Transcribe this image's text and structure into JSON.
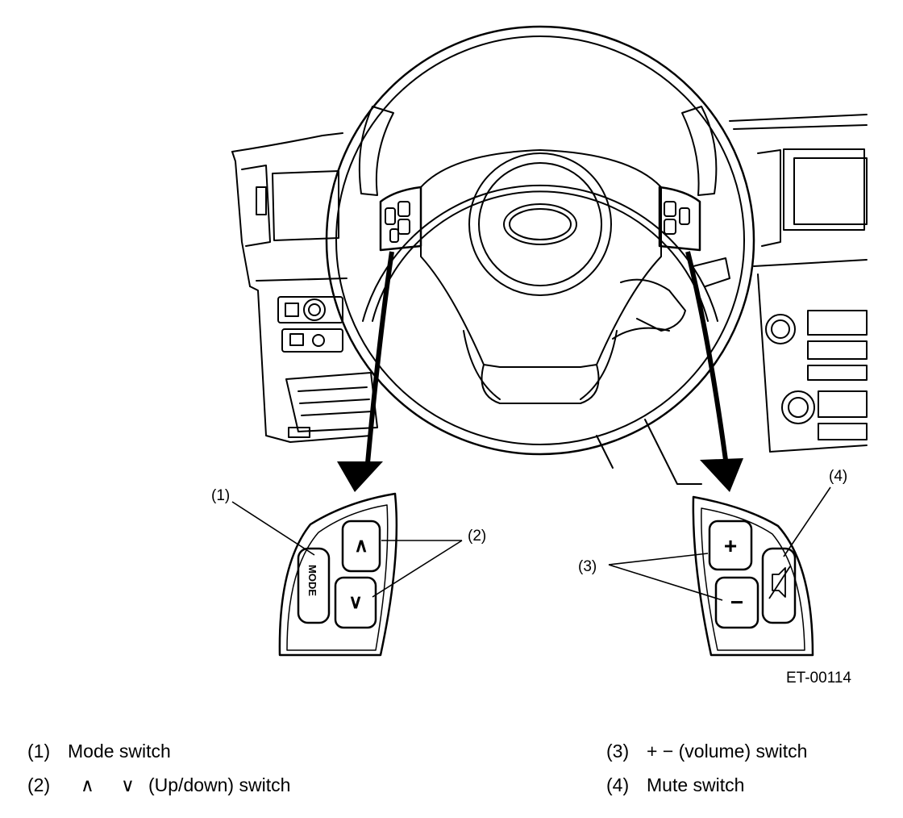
{
  "figure": {
    "code": "ET-00114",
    "callouts": {
      "c1": "(1)",
      "c2": "(2)",
      "c3": "(3)",
      "c4": "(4)"
    },
    "buttons": {
      "mode": "MODE",
      "up": "∧",
      "down": "∨",
      "plus": "+",
      "minus": "−"
    }
  },
  "legend": {
    "items": [
      {
        "num": "(1)",
        "text": "Mode switch"
      },
      {
        "num": "(2)",
        "sym_up": "∧",
        "sym_down": "∨",
        "text": "(Up/down) switch"
      },
      {
        "num": "(3)",
        "text": "+ − (volume) switch"
      },
      {
        "num": "(4)",
        "text": "Mute switch"
      }
    ]
  }
}
